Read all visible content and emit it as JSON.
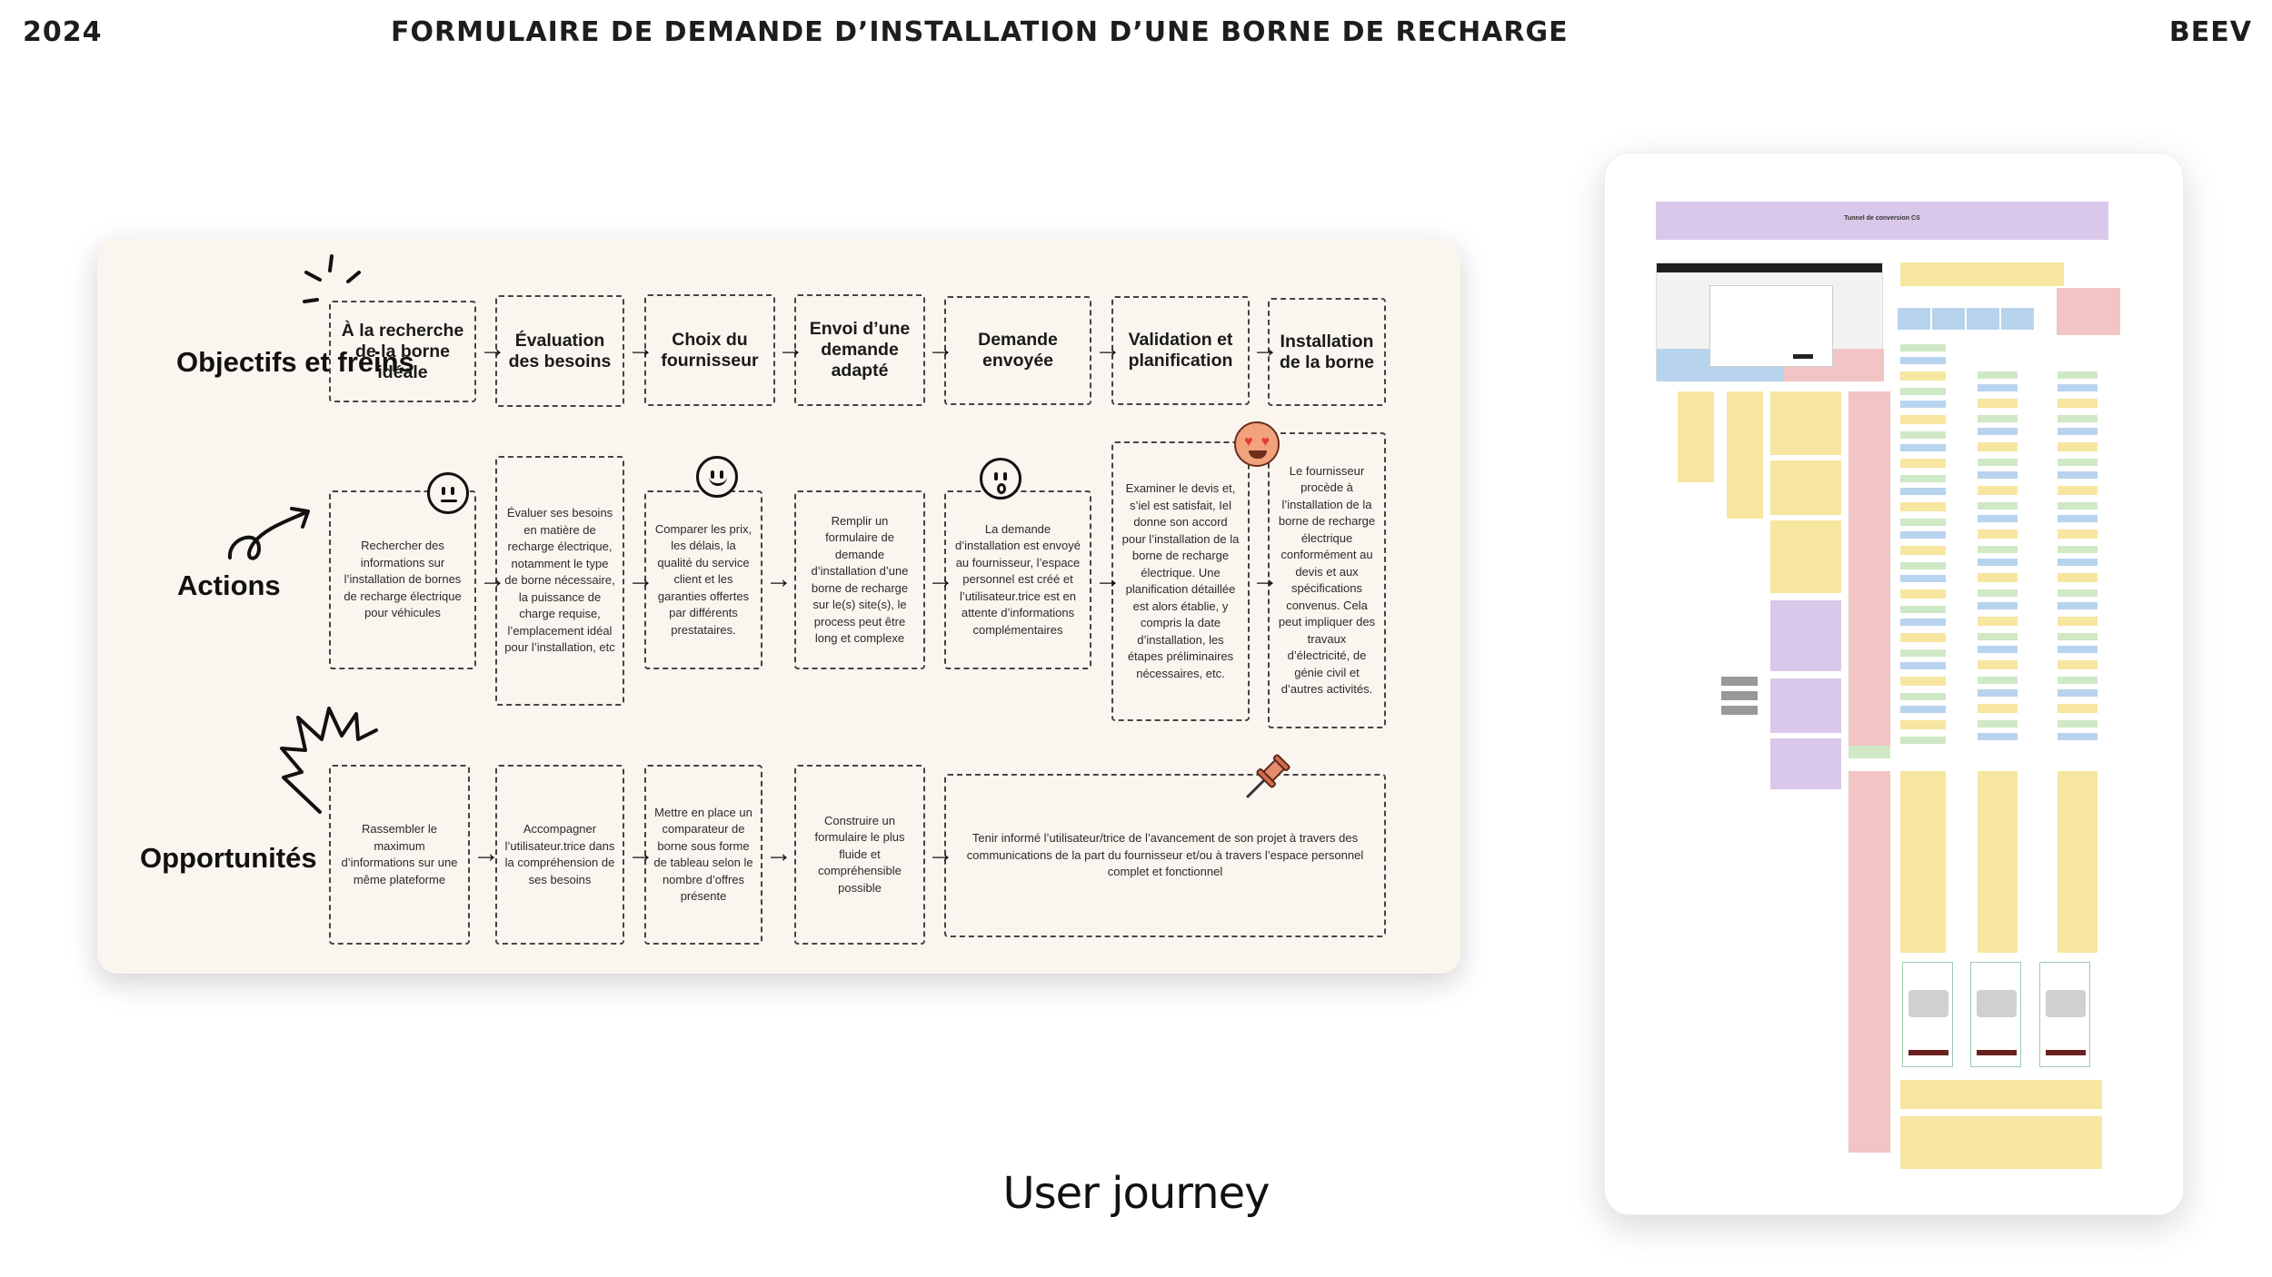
{
  "header": {
    "year": "2024",
    "title": "FORMULAIRE DE DEMANDE D’INSTALLATION D’UNE BORNE DE RECHARGE",
    "brand": "BEEV"
  },
  "journey": {
    "row_labels": {
      "objectives": "Objectifs et freins",
      "actions": "Actions",
      "opportunities": "Opportunités"
    },
    "stages": [
      "À la recherche de la borne idéale",
      "Évaluation des besoins",
      "Choix du fournisseur",
      "Envoi d’une demande adapté",
      "Demande envoyée",
      "Validation et planification",
      "Installation de la borne"
    ],
    "actions": [
      "Rechercher des informations sur l’installation de bornes de recharge électrique pour véhicules",
      "Évaluer ses besoins en matière de recharge électrique, notamment le type de borne nécessaire, la puissance de charge requise, l’emplacement idéal pour l’installation, etc",
      "Comparer les prix, les délais, la qualité du service client et les garanties offertes par différents prestataires.",
      "Remplir un formulaire de demande d’installation d’une borne de recharge sur le(s) site(s), le process peut être long et complexe",
      "La demande d’installation est envoyé au fournisseur, l’espace personnel est créé et l’utilisateur.trice est en attente d’informations complémentaires",
      "Examiner le devis et, s’iel est satisfait, Iel donne son accord pour l’installation de la borne de recharge électrique. Une planification détaillée est alors établie, y compris la date d’installation, les étapes préliminaires nécessaires, etc.",
      "Le fournisseur procède à l’installation de la borne de recharge électrique conformément au devis et aux spécifications convenus. Cela peut impliquer des travaux d’électricité, de génie civil et d’autres activités."
    ],
    "opportunities": [
      "Rassembler le maximum d’informations sur une même plateforme",
      "Accompagner l’utilisateur.trice dans la compréhension de ses besoins",
      "Mettre en place un comparateur de borne sous forme de tableau selon le nombre d’offres présente",
      "Construire un formulaire le plus fluide et compréhensible possible",
      "Tenir informé l’utilisateur/trice de l’avancement de son projet à travers des communications de la part du fournisseur et/ou à travers l’espace personnel complet et fonctionnel"
    ]
  },
  "caption": "User journey",
  "tablet": {
    "board_title": "Tunnel de conversion CS"
  },
  "colors": {
    "panel_bg": "#faf5ee",
    "sticky_yellow": "#f7e6a0",
    "sticky_pink": "#f3c4c4",
    "sticky_purple": "#d9c8ea",
    "sticky_blue": "#b8d3ee",
    "sticky_green": "#cfe8c6"
  }
}
